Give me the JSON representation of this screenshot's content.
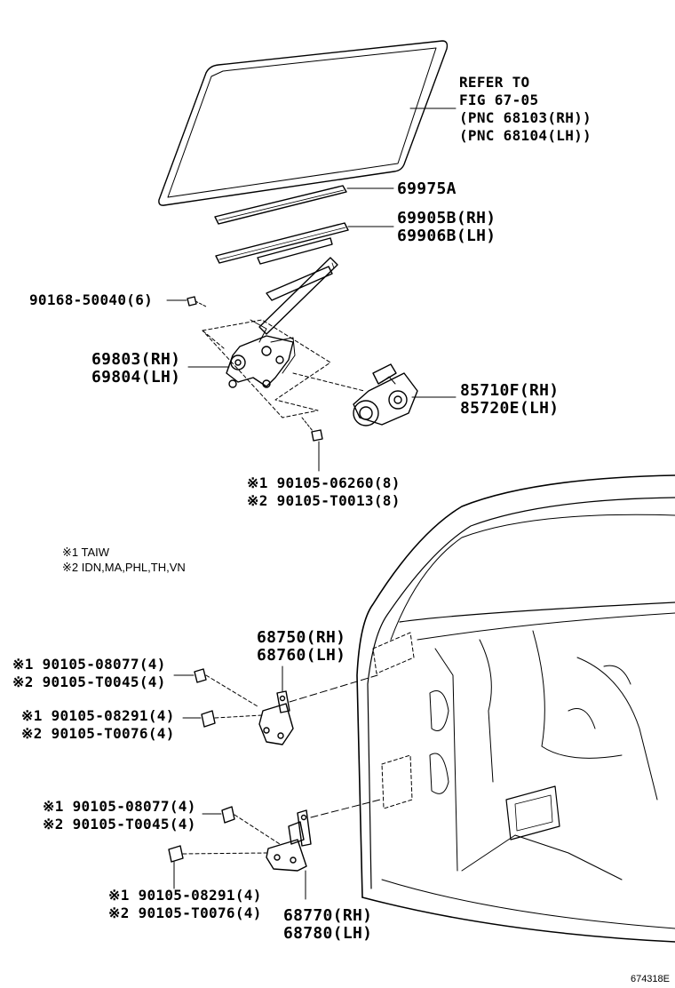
{
  "labels": {
    "refer_to": [
      "REFER TO",
      "FIG 67-05",
      "(PNC 68103(RH))",
      "(PNC 68104(LH))"
    ],
    "glass_run": "69975A",
    "channel": [
      "69905B(RH)",
      "69906B(LH)"
    ],
    "regulator_bolt": "90168-50040(6)",
    "regulator": [
      "69803(RH)",
      "69804(LH)"
    ],
    "motor": [
      "85710F(RH)",
      "85720E(LH)"
    ],
    "motor_bolt": [
      "※1 90105-06260(8)",
      "※2 90105-T0013(8)"
    ],
    "notes": [
      "※1 TAIW",
      "※2 IDN,MA,PHL,TH,VN"
    ],
    "upper_hinge": [
      "68750(RH)",
      "68760(LH)"
    ],
    "upper_bolt_a": [
      "※1 90105-08077(4)",
      "※2 90105-T0045(4)"
    ],
    "upper_bolt_b": [
      "※1 90105-08291(4)",
      "※2 90105-T0076(4)"
    ],
    "lower_bolt_a": [
      "※1 90105-08077(4)",
      "※2 90105-T0045(4)"
    ],
    "lower_bolt_b": [
      "※1 90105-08291(4)",
      "※2 90105-T0076(4)"
    ],
    "lower_hinge": [
      "68770(RH)",
      "68780(LH)"
    ]
  },
  "figure_id": "674318E"
}
